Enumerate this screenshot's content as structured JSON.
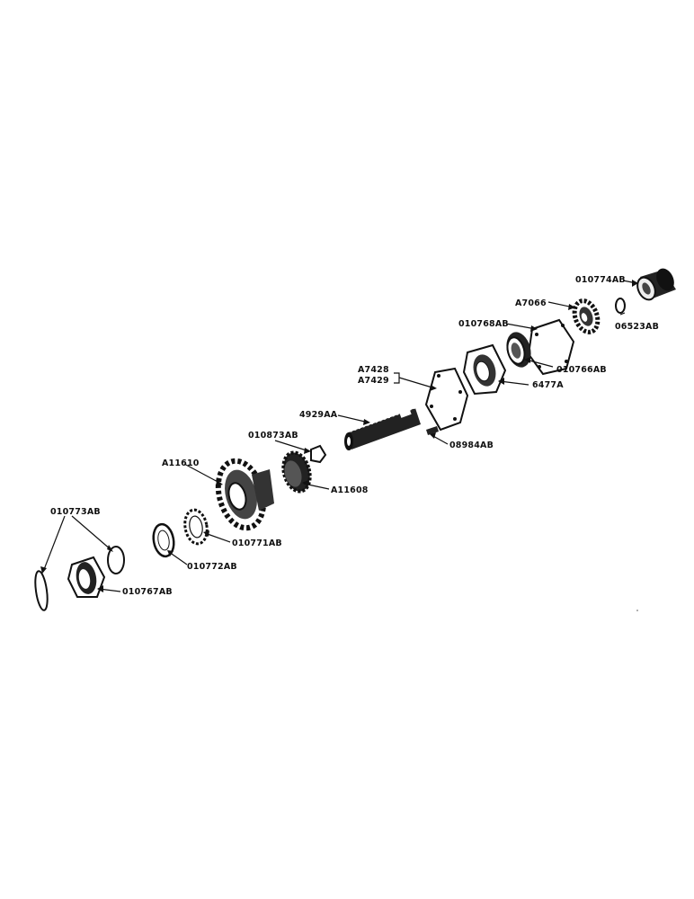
{
  "diagram": {
    "part_labels": {
      "p010774AB": "010774AB",
      "pA7066": "A7066",
      "p06523AB": "06523AB",
      "p010768AB": "010768AB",
      "p010766AB": "010766AB",
      "p6477A": "6477A",
      "pA7428": "A7428",
      "pA7429": "A7429",
      "p4929AA": "4929AA",
      "p08984AB": "08984AB",
      "p010873AB": "010873AB",
      "pA11610": "A11610",
      "pA11608": "A11608",
      "p010771AB": "010771AB",
      "p010772AB": "010772AB",
      "p010773AB": "010773AB",
      "p010767AB": "010767AB"
    }
  }
}
